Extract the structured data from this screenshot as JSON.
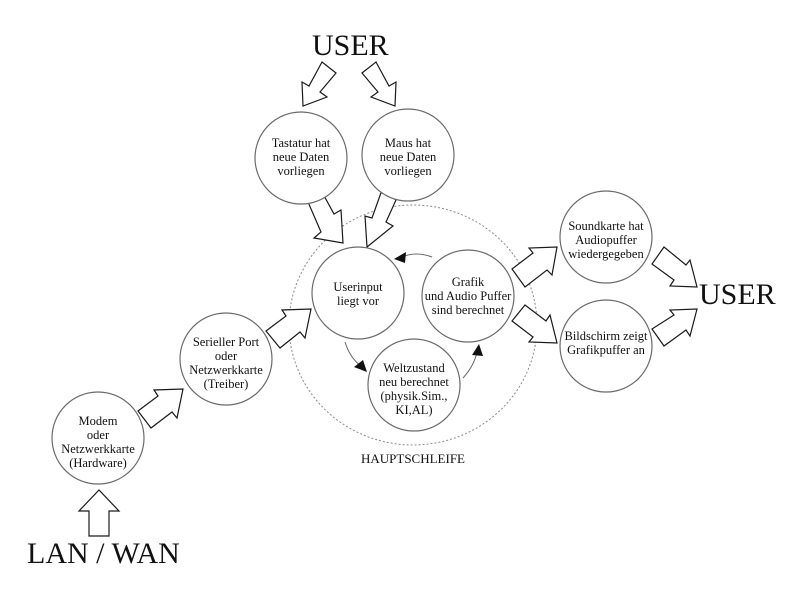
{
  "labels": {
    "user_top": "USER",
    "user_right": "USER",
    "network": "LAN / WAN",
    "loop": "HAUPTSCHLEIFE"
  },
  "nodes": {
    "tastatur": [
      "Tastatur hat",
      "neue Daten",
      "vorliegen"
    ],
    "maus": [
      "Maus hat",
      "neue Daten",
      "vorliegen"
    ],
    "userinput": [
      "Userinput",
      "liegt vor"
    ],
    "grafik": [
      "Grafik",
      "und Audio Puffer",
      "sind berechnet"
    ],
    "weltzustand": [
      "Weltzustand",
      "neu berechnet",
      "(physik.Sim.,",
      "KI,AL)"
    ],
    "soundkarte": [
      "Soundkarte hat",
      "Audiopuffer",
      "wiedergegeben"
    ],
    "bildschirm": [
      "Bildschirm zeigt",
      "Grafikpuffer an"
    ],
    "seriell": [
      "Serieller Port",
      "oder",
      "Netzwerkkarte",
      "(Treiber)"
    ],
    "modem": [
      "Modem",
      "oder",
      "Netzwerkkarte",
      "(Hardware)"
    ]
  },
  "colors": {
    "stroke": "#1a1a1a",
    "circle": "#6a6a6a",
    "dashed": "#8a8a8a",
    "text": "#111111"
  }
}
